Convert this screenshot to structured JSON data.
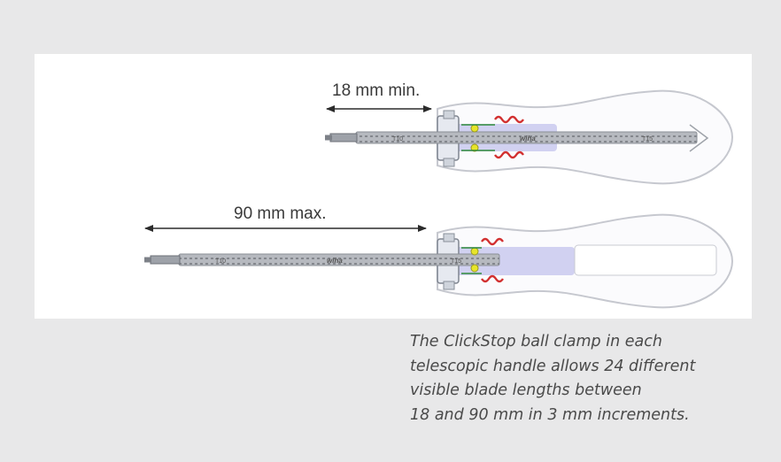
{
  "diagram": {
    "dimension_min": "18 mm min.",
    "dimension_max": "90 mm max.",
    "brand_mark": "wiha",
    "bit_top": "T10",
    "bit_bottom": "T15"
  },
  "caption": {
    "line1": "The ClickStop ball clamp in each",
    "line2": "telescopic handle allows 24 different",
    "line3": "visible blade lengths between",
    "line4": "18 and 90 mm in 3 mm increments."
  },
  "colors": {
    "background": "#e8e8e9",
    "panel": "#ffffff",
    "shaft": "#b9bcc2",
    "spring": "#d23030",
    "sleeve": "#b7b7e6"
  }
}
